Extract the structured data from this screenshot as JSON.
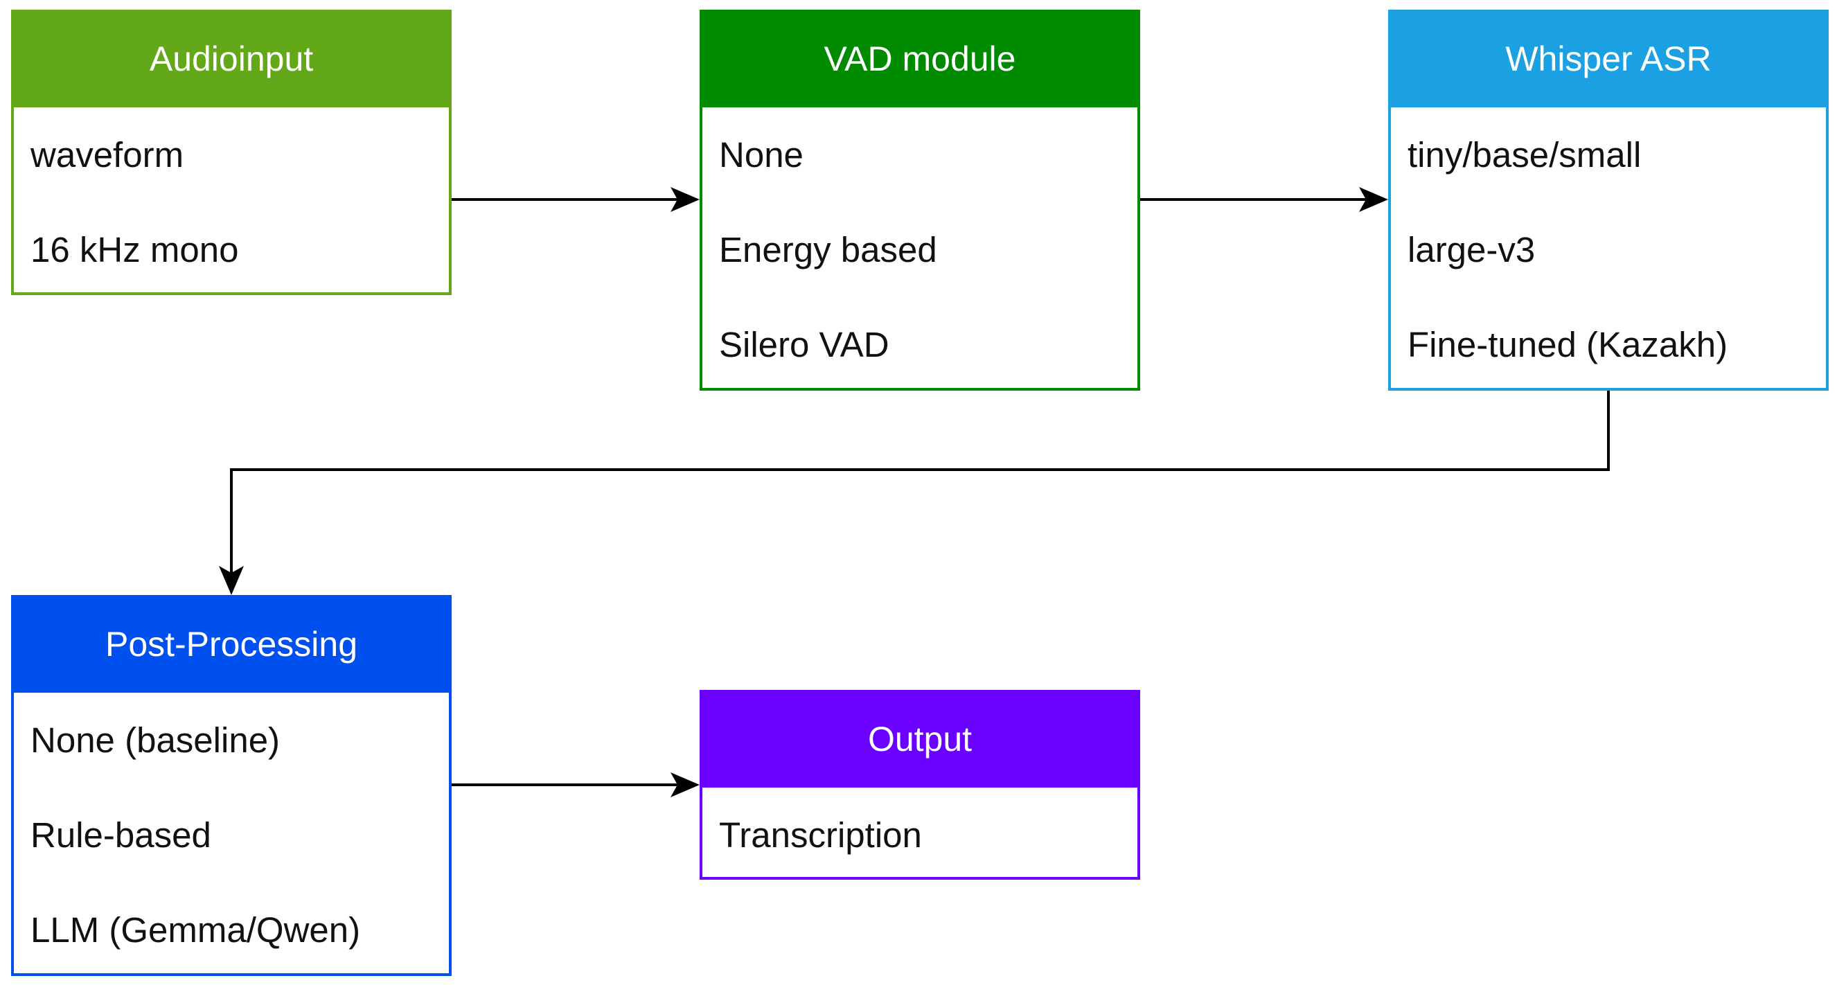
{
  "colors": {
    "audio_input": "#63a818",
    "vad_module": "#008a00",
    "whisper_asr": "#1ba1e2",
    "post_processing": "#0050ef",
    "output": "#6a00ff",
    "arrow": "#000000"
  },
  "boxes": {
    "audio_input": {
      "title": "Audioinput",
      "items": [
        "waveform",
        "16 kHz mono"
      ]
    },
    "vad_module": {
      "title": "VAD module",
      "items": [
        "None",
        "Energy based",
        "Silero VAD"
      ]
    },
    "whisper_asr": {
      "title": "Whisper ASR",
      "items": [
        "tiny/base/small",
        "large-v3",
        "Fine-tuned (Kazakh)"
      ]
    },
    "post_processing": {
      "title": "Post-Processing",
      "items": [
        "None (baseline)",
        "Rule-based",
        "LLM (Gemma/Qwen)"
      ]
    },
    "output": {
      "title": "Output",
      "items": [
        "Transcription"
      ]
    }
  }
}
